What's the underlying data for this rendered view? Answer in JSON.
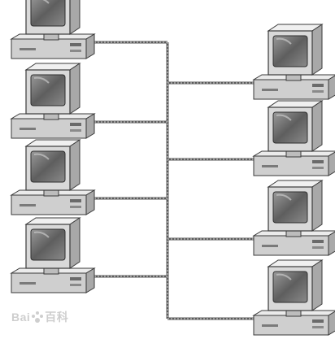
{
  "diagram": {
    "type": "bus-topology network",
    "left_computers": 4,
    "right_computers": 4,
    "colors": {
      "cable": "#5a5a5a",
      "cable_highlight": "#d8d8d8",
      "monitor_body": "#d9d9d9",
      "screen": "#6f6f6f",
      "outline": "#3a3a3a"
    }
  },
  "watermark": {
    "text_left": "Bai",
    "text_right": "百科"
  }
}
